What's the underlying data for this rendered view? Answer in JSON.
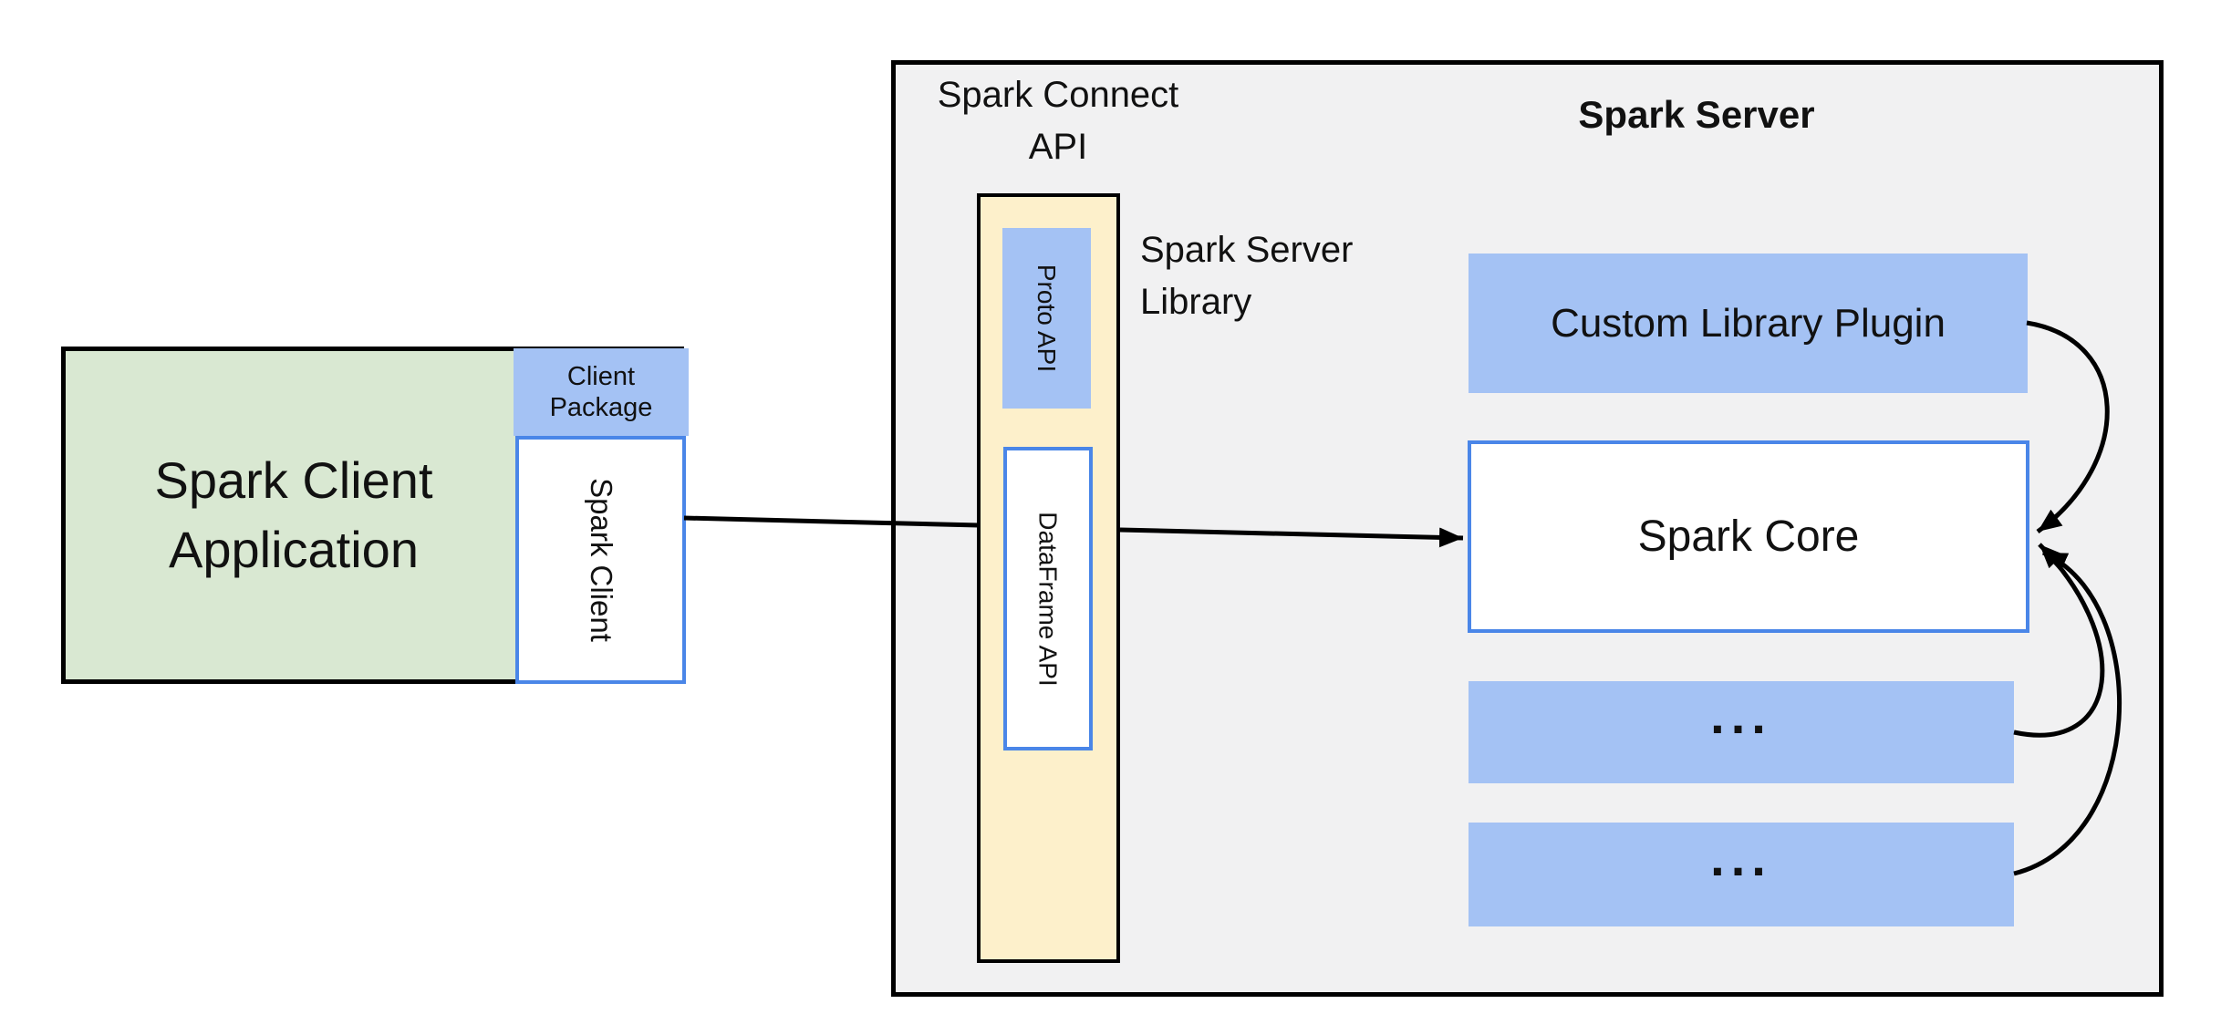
{
  "diagram": {
    "client_app": {
      "line1": "Spark Client",
      "line2": "Application"
    },
    "client_package": {
      "line1": "Client",
      "line2": "Package"
    },
    "spark_client": "Spark Client",
    "connect_api": {
      "line1": "Spark Connect",
      "line2": "API"
    },
    "server_title": "Spark Server",
    "proto_api": "Proto API",
    "dataframe_api": "DataFrame API",
    "server_library": {
      "line1": "Spark Server",
      "line2": "Library"
    },
    "plugin": "Custom Library Plugin",
    "core": "Spark Core",
    "more1": "...",
    "more2": "..."
  },
  "colors": {
    "client_app_fill": "#d9e8d2",
    "blue_fill": "#a4c2f4",
    "server_library_fill": "#fdf0cb",
    "server_background": "#f1f1f2",
    "blue_border": "#4a86e8",
    "outline": "#000000",
    "canvas_background": "#ffffff"
  }
}
